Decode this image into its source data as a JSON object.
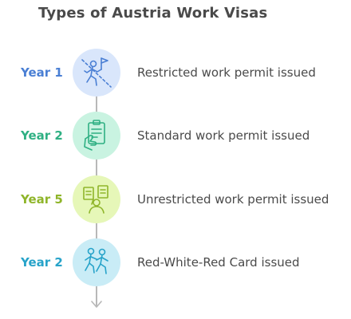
{
  "title": "Types of Austria Work Visas",
  "steps": [
    {
      "year": "Year 1",
      "description": "Restricted work permit issued",
      "icon": "restricted-person-flag-icon",
      "year_color": "#4a7fd4",
      "circle_color": "#d9e6fb",
      "icon_color": "#4a7fd4"
    },
    {
      "year": "Year 2",
      "description": "Standard work permit issued",
      "icon": "clipboard-hand-icon",
      "year_color": "#2fb083",
      "circle_color": "#c9f3e1",
      "icon_color": "#2fb083"
    },
    {
      "year": "Year 5",
      "description": "Unrestricted work permit issued",
      "icon": "documents-person-icon",
      "year_color": "#8fb52a",
      "circle_color": "#e6f7b8",
      "icon_color": "#8fb52a"
    },
    {
      "year": "Year 2",
      "description": "Red-White-Red Card issued",
      "icon": "two-people-walking-icon",
      "year_color": "#27a3c9",
      "circle_color": "#c9ecf6",
      "icon_color": "#27a3c9"
    }
  ],
  "connector_color": "#b8b8b8",
  "title_color": "#4a4a4a",
  "text_color": "#4a4a4a"
}
